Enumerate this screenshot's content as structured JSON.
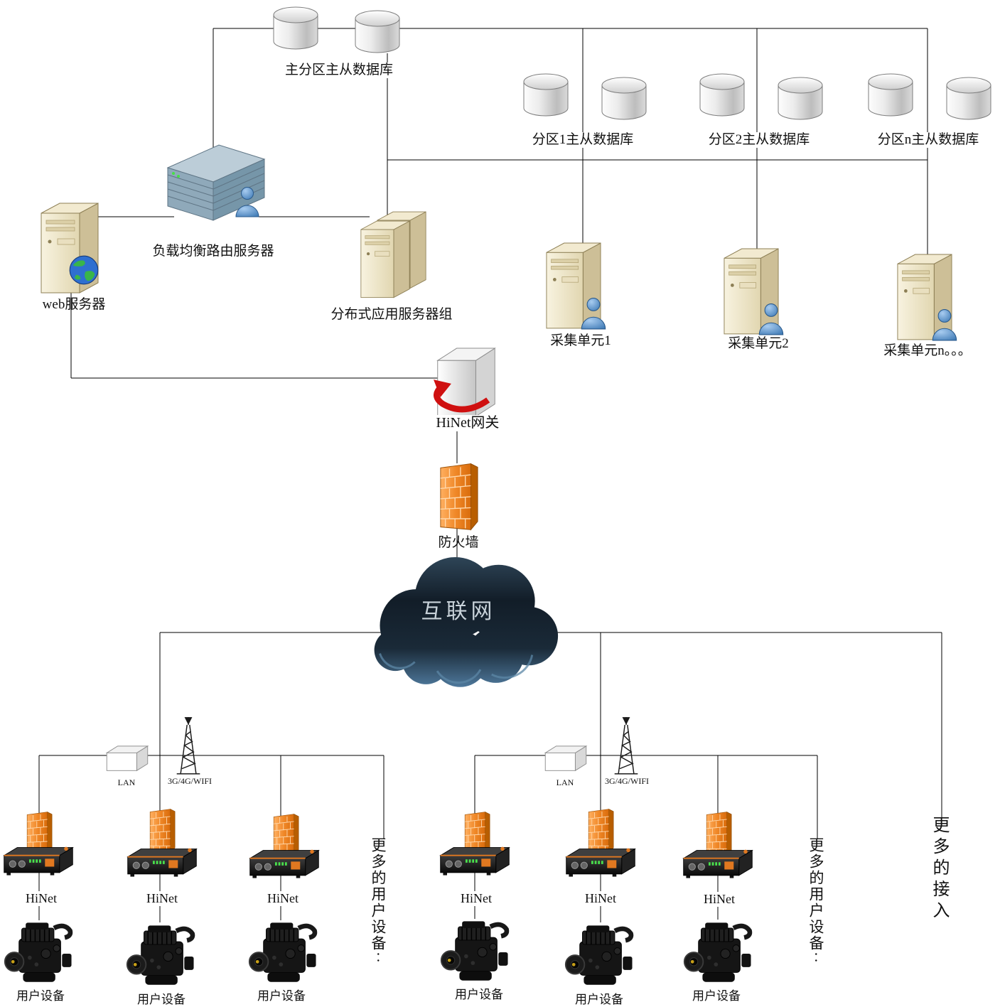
{
  "diagram": {
    "labels": {
      "main_db": "主分区主从数据库",
      "partition_db_1": "分区1主从数据库",
      "partition_db_2": "分区2主从数据库",
      "partition_db_n": "分区n主从数据库",
      "load_balancer": "负载均衡路由服务器",
      "web_server": "web服务器",
      "app_server_group": "分布式应用服务器组",
      "collect_unit_1": "采集单元1",
      "collect_unit_2": "采集单元2",
      "collect_unit_n": "采集单元n。。。",
      "gateway": "HiNet网关",
      "firewall": "防火墙",
      "internet": "互联网",
      "lan": "LAN",
      "wireless": "3G/4G/WIFI",
      "hinet_device": "HiNet",
      "user_device": "用户设备",
      "more_user_devices": "更多的用户设备··",
      "more_access": "更多的接入"
    }
  },
  "colors": {
    "wire_black": "#000000",
    "firewall_orange": "#ed7d31",
    "gateway_arrow_red": "#cf1010",
    "cloud_navy": "#13202c",
    "cloud_highlight_blue": "#527ea3",
    "server_beige": "#efe6c8",
    "rack_blue_gray": "#8fa9ba",
    "led_green": "#49e04c"
  },
  "icons": [
    "database-icon",
    "rack-server-icon",
    "tower-server-icon",
    "person-icon",
    "globe-icon",
    "gateway-icon",
    "firewall-icon",
    "cloud-icon",
    "lan-box-icon",
    "antenna-tower-icon",
    "hinet-router-icon",
    "engine-icon"
  ]
}
